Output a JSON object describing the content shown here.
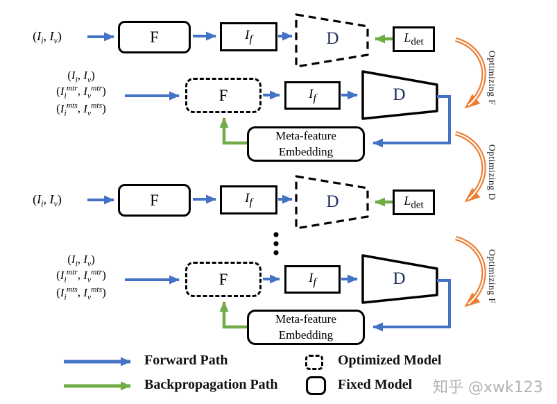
{
  "colors": {
    "forward_blue": "#4472C4",
    "backprop_green": "#70AD47",
    "optimize_orange": "#ED7D31",
    "block_border": "#000000",
    "d_letter": "#1f3060",
    "watermark_gray": "#b3b3b3"
  },
  "stages": [
    {
      "kind": "detector-training",
      "input_html": "(<i>I<sub>i</sub></i>, <i>I<sub>v</sub></i>)",
      "f_label": "F",
      "if_label_html": "<i>I<sub>f</sub></i>",
      "d_label": "D",
      "loss_label_html": "<i>L</i><sub>det</sub>"
    },
    {
      "kind": "meta-training",
      "inputs_html": [
        "(<i>I<sub>i</sub></i>, <i>I<sub>v</sub></i>)",
        "(<i>I<sub>i</sub><sup>mtr</sup></i>, <i>I<sub>v</sub><sup>mtr</sup></i>)",
        "(<i>I<sub>i</sub><sup>mts</sup></i>, <i>I<sub>v</sub><sup>mts</sup></i>)"
      ],
      "f_label": "F",
      "if_label_html": "<i>I<sub>f</sub></i>",
      "d_label": "D",
      "meta_line1": "Meta-feature",
      "meta_line2": "Embedding"
    },
    {
      "kind": "detector-training",
      "input_html": "(<i>I<sub>i</sub></i>, <i>I<sub>v</sub></i>)",
      "f_label": "F",
      "if_label_html": "<i>I<sub>f</sub></i>",
      "d_label": "D",
      "loss_label_html": "<i>L</i><sub>det</sub>"
    },
    {
      "kind": "meta-training",
      "inputs_html": [
        "(<i>I<sub>i</sub></i>, <i>I<sub>v</sub></i>)",
        "(<i>I<sub>i</sub><sup>mtr</sup></i>, <i>I<sub>v</sub><sup>mtr</sup></i>)",
        "(<i>I<sub>i</sub><sup>mts</sup></i>, <i>I<sub>v</sub><sup>mts</sup></i>)"
      ],
      "f_label": "F",
      "if_label_html": "<i>I<sub>f</sub></i>",
      "d_label": "D",
      "meta_line1": "Meta-feature",
      "meta_line2": "Embedding"
    }
  ],
  "side_arcs": [
    {
      "label": "Optimizing F"
    },
    {
      "label": "Optimizing D"
    },
    {
      "label": "Optimizing F"
    }
  ],
  "legend": {
    "forward_label": "Forward Path",
    "backprop_label": "Backpropagation Path",
    "optimized_label": "Optimized Model",
    "fixed_label": "Fixed Model"
  },
  "watermark": "知乎 @xwk123"
}
